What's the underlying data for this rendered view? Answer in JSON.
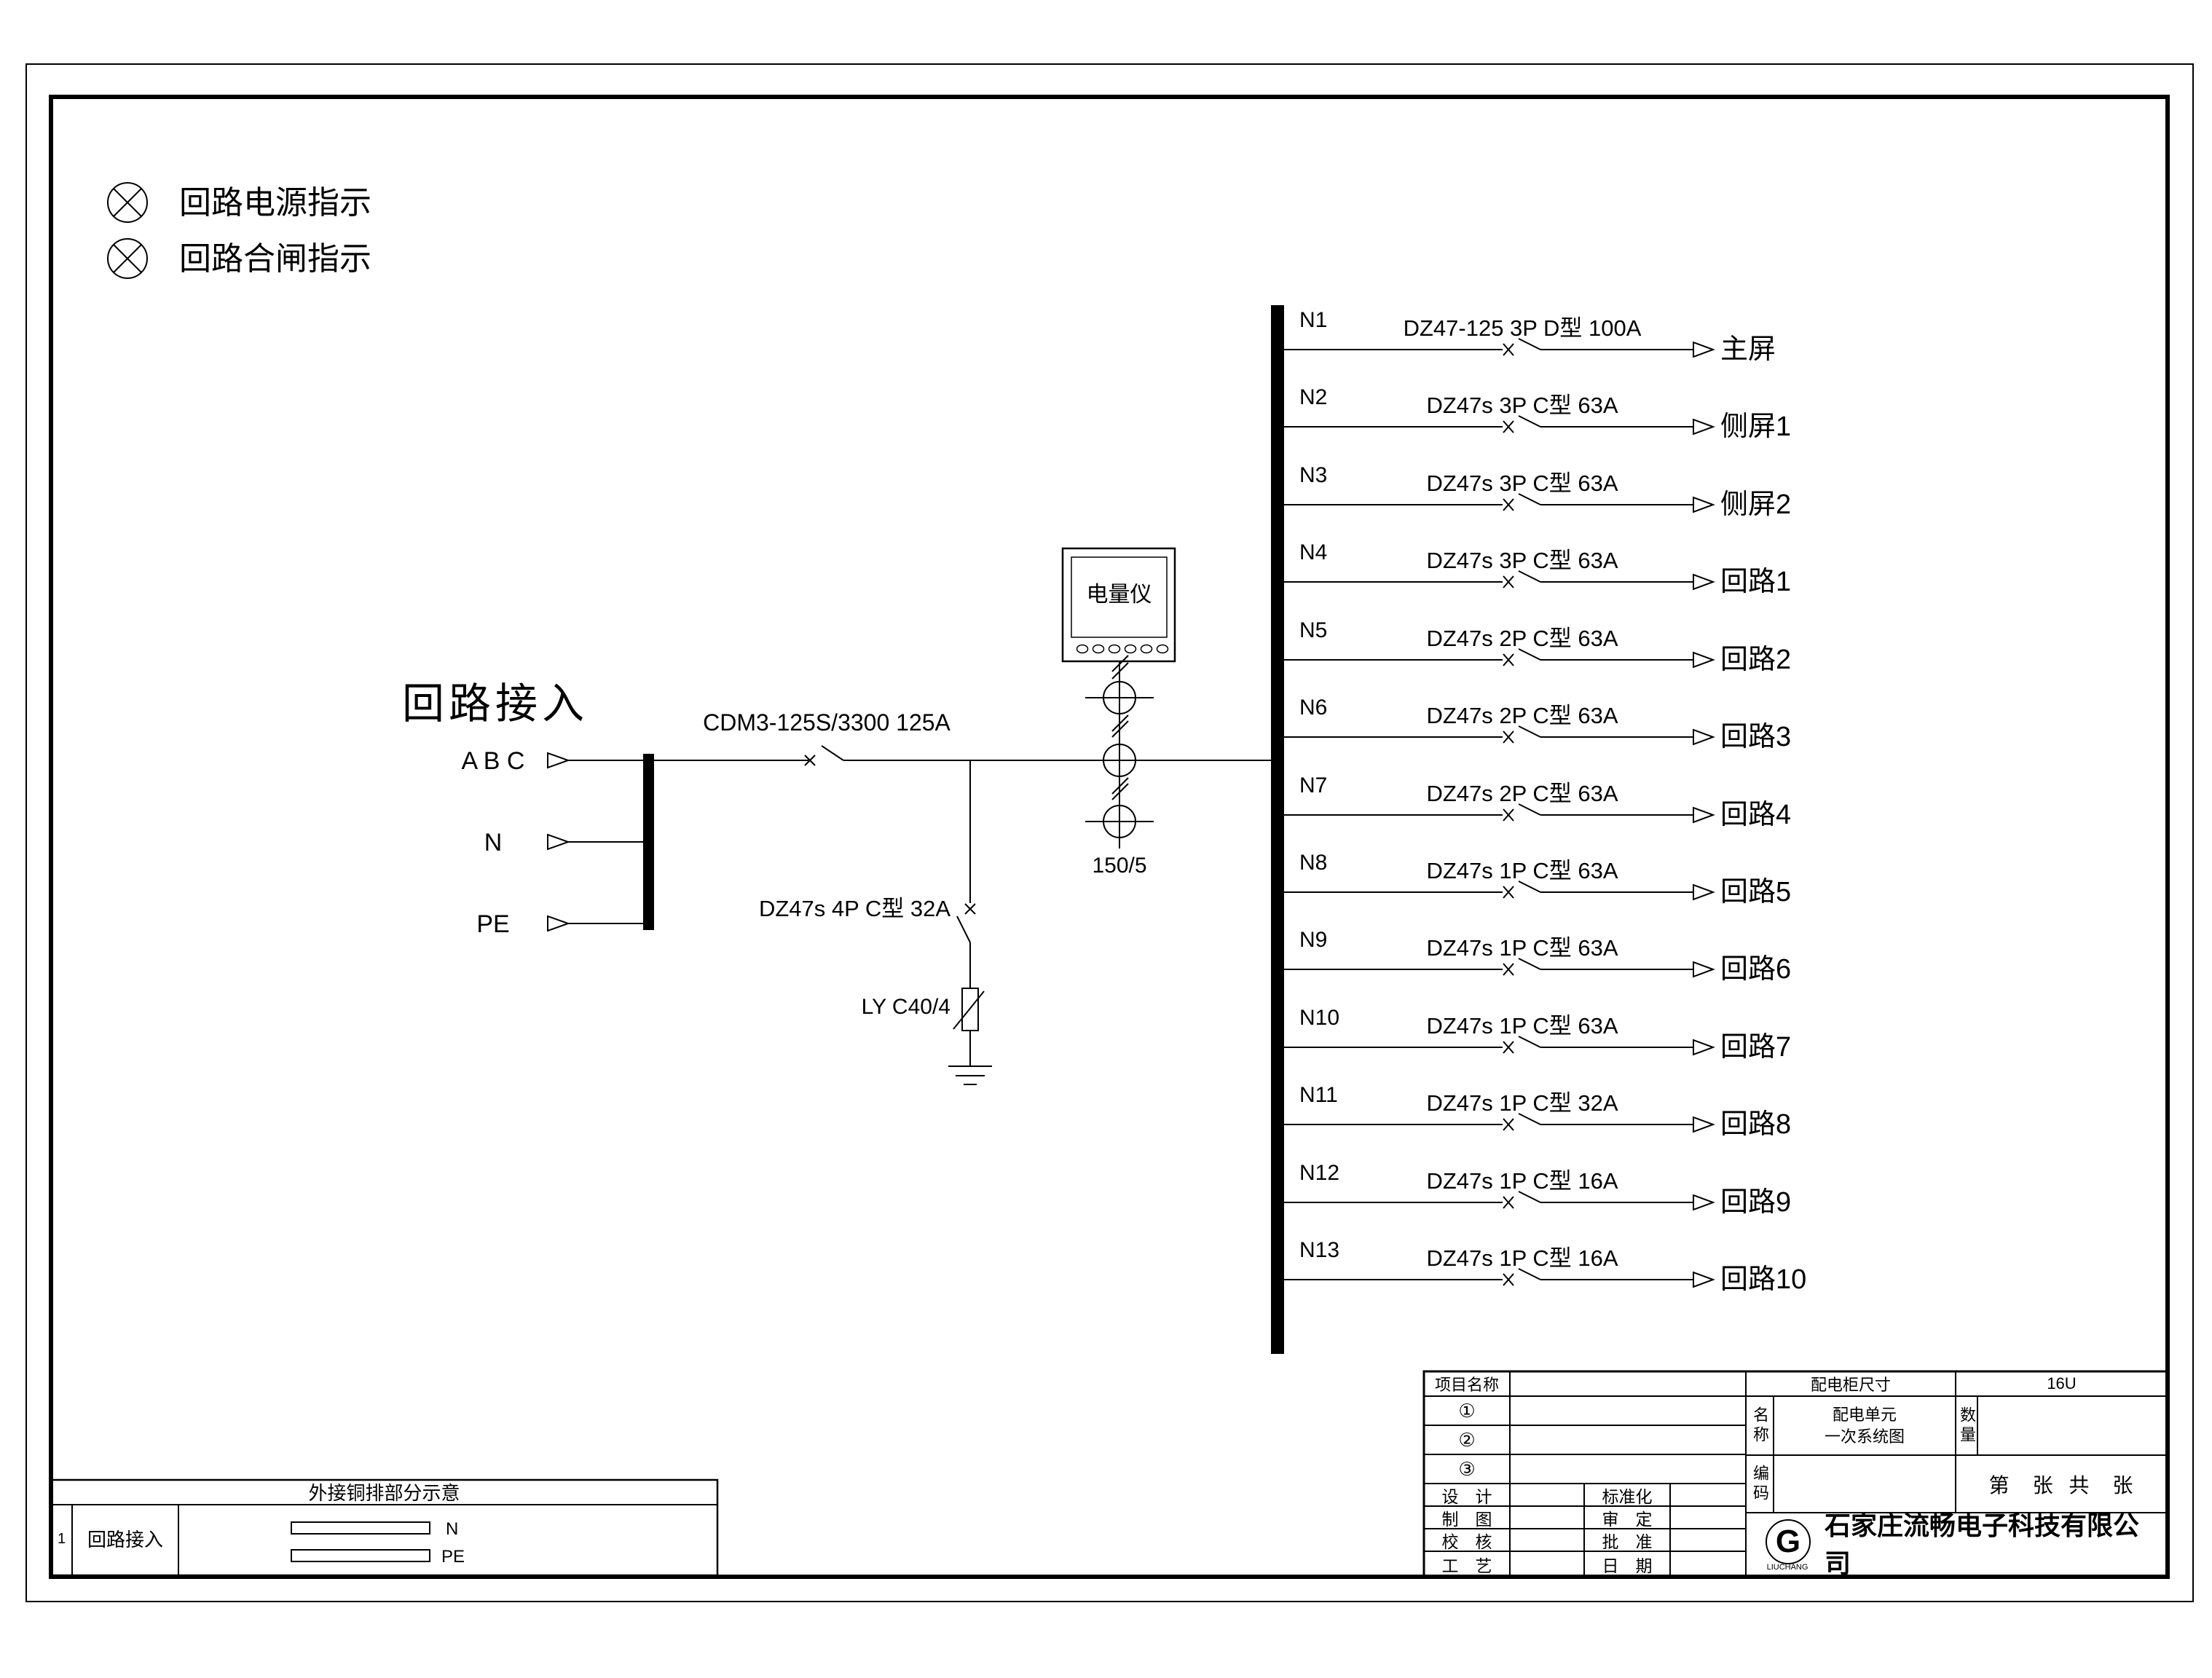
{
  "colors": {
    "line": "#000000",
    "background": "#ffffff"
  },
  "legend_lamps": [
    {
      "symbol": "lamp-circle-x",
      "label": "回路电源指示"
    },
    {
      "symbol": "lamp-circle-x",
      "label": "回路合闸指示"
    }
  ],
  "incoming": {
    "title": "回路接入",
    "inputs": [
      {
        "label": "A B C"
      },
      {
        "label": "N"
      },
      {
        "label": "PE"
      }
    ],
    "main_breaker": "CDM3-125S/3300 125A",
    "spd_breaker": "DZ47s 4P C型 32A",
    "spd_device": "LY C40/4",
    "meter_label": "电量仪",
    "ct_ratio": "150/5"
  },
  "branches": [
    {
      "id": "N1",
      "spec": "DZ47-125 3P D型 100A",
      "dest": "主屏"
    },
    {
      "id": "N2",
      "spec": "DZ47s 3P C型 63A",
      "dest": "侧屏1"
    },
    {
      "id": "N3",
      "spec": "DZ47s 3P C型 63A",
      "dest": "侧屏2"
    },
    {
      "id": "N4",
      "spec": "DZ47s 3P C型 63A",
      "dest": "回路1"
    },
    {
      "id": "N5",
      "spec": "DZ47s 2P C型 63A",
      "dest": "回路2"
    },
    {
      "id": "N6",
      "spec": "DZ47s 2P C型 63A",
      "dest": "回路3"
    },
    {
      "id": "N7",
      "spec": "DZ47s 2P C型 63A",
      "dest": "回路4"
    },
    {
      "id": "N8",
      "spec": "DZ47s 1P C型 63A",
      "dest": "回路5"
    },
    {
      "id": "N9",
      "spec": "DZ47s 1P C型 63A",
      "dest": "回路6"
    },
    {
      "id": "N10",
      "spec": "DZ47s 1P C型 63A",
      "dest": "回路7"
    },
    {
      "id": "N11",
      "spec": "DZ47s 1P C型 32A",
      "dest": "回路8"
    },
    {
      "id": "N12",
      "spec": "DZ47s 1P C型 16A",
      "dest": "回路9"
    },
    {
      "id": "N13",
      "spec": "DZ47s 1P C型 16A",
      "dest": "回路10"
    }
  ],
  "legend_table": {
    "title": "外接铜排部分示意",
    "row_no": "1",
    "row_label": "回路接入",
    "bars": [
      {
        "label": "N"
      },
      {
        "label": "PE"
      }
    ]
  },
  "title_block": {
    "project_label": "项目名称",
    "sub_row_labels": [
      "①",
      "②",
      "③"
    ],
    "cabinet_size_label": "配电柜尺寸",
    "cabinet_size_value": "16U",
    "name_label": "名称",
    "name_value_line1": "配电单元",
    "name_value_line2": "一次系统图",
    "qty_label": "数量",
    "code_label": "编码",
    "sheet_text": "第　张 共　张",
    "roles_left": [
      "设　计",
      "制　图",
      "校　核",
      "工　艺"
    ],
    "roles_right": [
      "标准化",
      "审　定",
      "批　准",
      "日　期"
    ],
    "company": "石家庄流畅电子科技有限公司",
    "logo_letter": "G",
    "logo_sub": "LIUCHANG"
  }
}
